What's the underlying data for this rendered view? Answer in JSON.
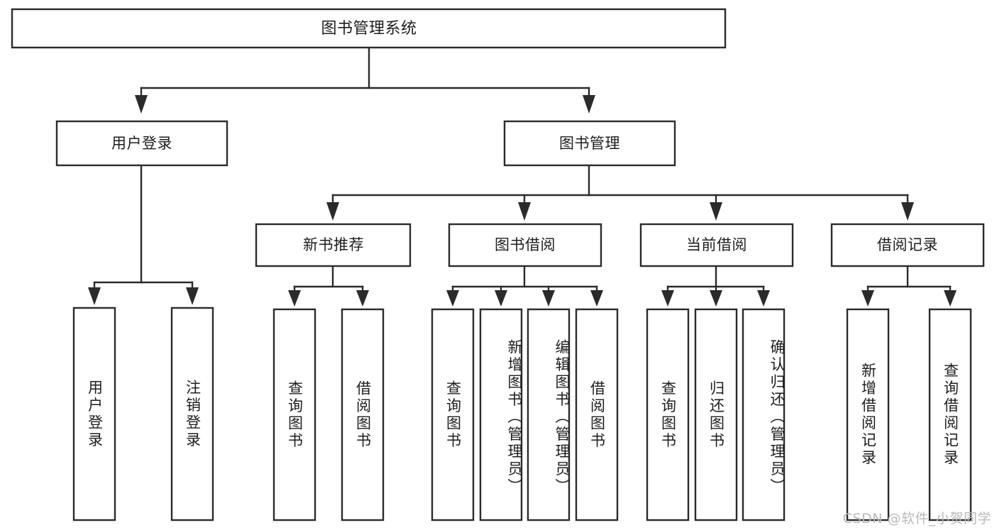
{
  "diagram": {
    "title": "图书管理系统",
    "type": "tree-hierarchy",
    "watermark": "CSDN @软件_小贺同学",
    "colors": {
      "background": "#ffffff",
      "box_fill": "#ffffff",
      "box_stroke": "#2b2b2b",
      "text": "#1d1d1d",
      "watermark": "#b9b9b9"
    },
    "root": {
      "label": "图书管理系统"
    },
    "level2": [
      {
        "label": "用户登录"
      },
      {
        "label": "图书管理"
      }
    ],
    "level3": [
      {
        "label": "新书推荐"
      },
      {
        "label": "图书借阅"
      },
      {
        "label": "当前借阅"
      },
      {
        "label": "借阅记录"
      }
    ],
    "leaves": {
      "user_login": [
        {
          "label": "用户登录"
        },
        {
          "label": "注销登录"
        }
      ],
      "new_book_recommend": [
        {
          "label": "查询图书"
        },
        {
          "label": "借阅图书"
        }
      ],
      "book_borrow": [
        {
          "label": "查询图书"
        },
        {
          "label": "新增图书（管理员）"
        },
        {
          "label": "编辑图书（管理员）"
        },
        {
          "label": "借阅图书"
        }
      ],
      "current_borrow": [
        {
          "label": "查询图书"
        },
        {
          "label": "归还图书"
        },
        {
          "label": "确认归还（管理员）"
        }
      ],
      "borrow_records": [
        {
          "label": "新增借阅记录"
        },
        {
          "label": "查询借阅记录"
        }
      ]
    }
  }
}
